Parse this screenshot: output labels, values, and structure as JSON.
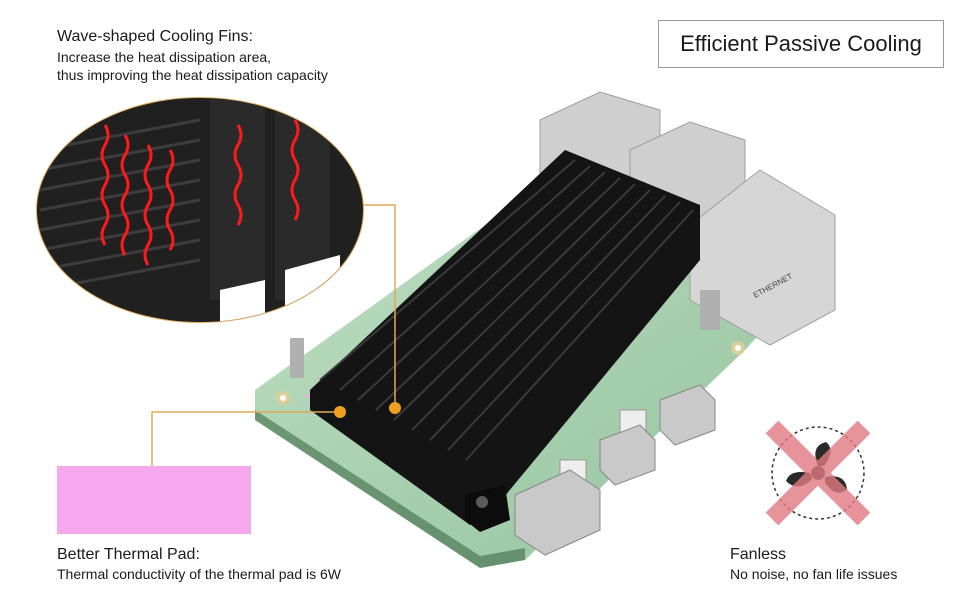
{
  "title": "Efficient Passive Cooling",
  "fins": {
    "heading": "Wave-shaped Cooling Fins:",
    "line1": "Increase the heat dissipation area,",
    "line2": "thus improving the heat dissipation capacity"
  },
  "thermal_pad": {
    "heading": "Better Thermal Pad:",
    "detail": "Thermal conductivity of the thermal pad is 6W",
    "swatch_color": "#f6a8ef"
  },
  "fanless": {
    "heading": "Fanless",
    "detail": "No noise, no fan life issues"
  },
  "board_silkscreen": "ETHERNET",
  "colors": {
    "heatsink": "#151515",
    "board": "#7fb88a",
    "fan_x": "#e07a80",
    "leader": "#e0a95a"
  }
}
